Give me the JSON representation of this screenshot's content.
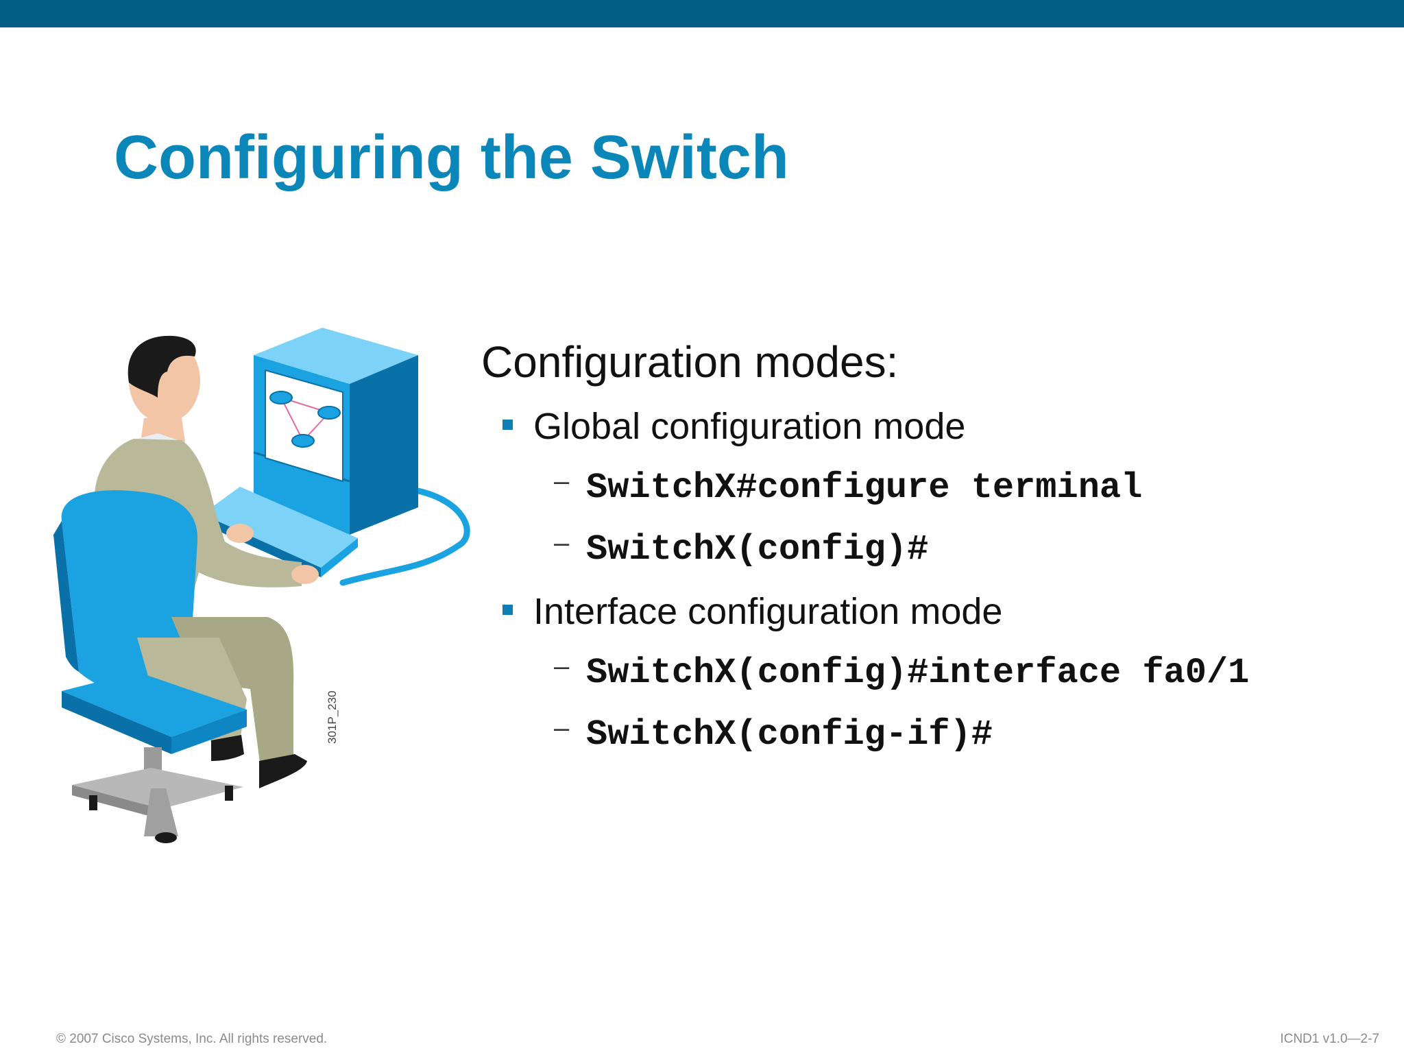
{
  "slide": {
    "title": "Configuring the Switch",
    "heading": "Configuration modes:",
    "bullets": [
      {
        "label": "Global configuration mode",
        "commands": [
          "SwitchX#configure terminal",
          "SwitchX(config)#"
        ]
      },
      {
        "label": "Interface configuration mode",
        "commands": [
          "SwitchX(config)#interface fa0/1",
          "SwitchX(config-if)#"
        ]
      }
    ],
    "dash": "–",
    "figure_code": "301P_230"
  },
  "footer": {
    "copyright": "© 2007 Cisco Systems, Inc. All rights reserved.",
    "course": "ICND1 v1.0—2-7"
  },
  "colors": {
    "top_bar": "#035e85",
    "title": "#0b86b9",
    "bullet": "#0d7fb5",
    "illustration_blue": "#1aa3e0"
  },
  "icons": {
    "illustration": "person-at-computer-icon",
    "router": "router-icon"
  }
}
